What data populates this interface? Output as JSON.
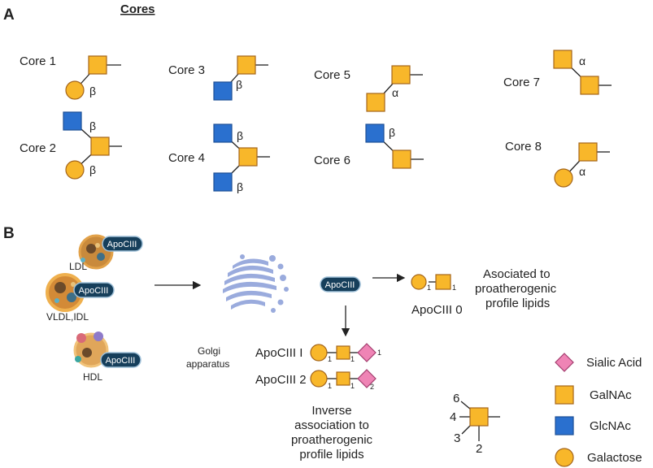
{
  "panel_a": {
    "letter": "A",
    "title": "Cores",
    "cores": [
      {
        "label": "Core 1",
        "linkages": [
          "β"
        ]
      },
      {
        "label": "Core 2",
        "linkages": [
          "β",
          "β"
        ]
      },
      {
        "label": "Core 3",
        "linkages": [
          "β"
        ]
      },
      {
        "label": "Core 4",
        "linkages": [
          "β",
          "β"
        ]
      },
      {
        "label": "Core 5",
        "linkages": [
          "α"
        ]
      },
      {
        "label": "Core 6",
        "linkages": [
          "β"
        ]
      },
      {
        "label": "Core 7",
        "linkages": [
          "α"
        ]
      },
      {
        "label": "Core 8",
        "linkages": [
          "α"
        ]
      }
    ]
  },
  "panel_b": {
    "letter": "B",
    "lipoproteins": [
      {
        "label": "LDL",
        "badge": "ApoCIII"
      },
      {
        "label": "VLDL,IDL",
        "badge": "ApoCIII"
      },
      {
        "label": "HDL",
        "badge": "ApoCIII"
      }
    ],
    "golgi_label_line1": "Golgi",
    "golgi_label_line2": "apparatus",
    "center_badge": "ApoCIII",
    "apociii_0": {
      "label": "ApoCIII 0",
      "subscripts": [
        "1",
        "1"
      ]
    },
    "associated_text": [
      "Asociated to",
      "proatherogenic",
      "profile lipids"
    ],
    "apociii_1": {
      "label": "ApoCIII I",
      "subscripts": [
        "1",
        "1",
        "1"
      ]
    },
    "apociii_2": {
      "label": "ApoCIII 2",
      "subscripts": [
        "1",
        "1",
        "2"
      ]
    },
    "inverse_text": [
      "Inverse",
      "association to",
      "proatherogenic",
      "profile lipids"
    ],
    "linkage_key": {
      "positions": [
        "6",
        "4",
        "3",
        "2"
      ]
    },
    "legend": [
      {
        "name": "Sialic Acid",
        "shape": "diamond",
        "color": "#ef84b5"
      },
      {
        "name": "GalNAc",
        "shape": "square",
        "color": "#f8b72a"
      },
      {
        "name": "GlcNAc",
        "shape": "square",
        "color": "#2a70cf"
      },
      {
        "name": "Galactose",
        "shape": "circle",
        "color": "#f8b72a"
      }
    ]
  }
}
